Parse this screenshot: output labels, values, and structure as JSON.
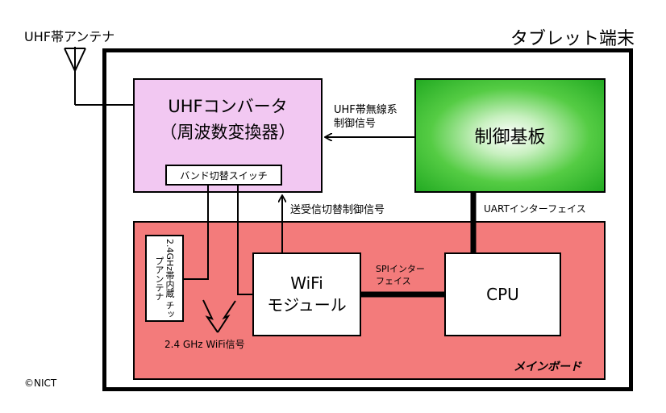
{
  "tablet_title": "タブレット端末",
  "uhf_antenna_label": "UHF帯アンテナ",
  "uhf_converter": {
    "line1": "UHFコンバータ",
    "line2": "（周波数変換器）"
  },
  "band_switch": "バンド切替スイッチ",
  "control_board": "制御基板",
  "uhf_control_signal": {
    "line1": "UHF帯無線系",
    "line2": "制御信号"
  },
  "uart_interface": "UARTインターフェイス",
  "tx_rx_switch_signal": "送受信切替制御信号",
  "wifi_module": {
    "line1": "WiFi",
    "line2": "モジュール"
  },
  "spi_interface": {
    "line1": "SPIインター",
    "line2": "フェイス"
  },
  "cpu": "CPU",
  "builtin_antenna": {
    "line1": "2.4GHz帯内蔵",
    "line2": "チップアンテナ"
  },
  "wifi_signal": "2.4 GHz WiFi信号",
  "main_board": "メインボード",
  "copyright": "©NICT"
}
